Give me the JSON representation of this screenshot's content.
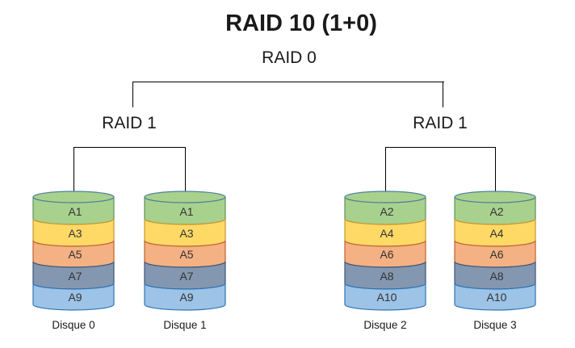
{
  "title": "RAID 10 (1+0)",
  "tree": {
    "root_label": "RAID 0",
    "branches": [
      {
        "label": "RAID 1"
      },
      {
        "label": "RAID 1"
      }
    ]
  },
  "disks": [
    {
      "name": "Disque 0",
      "segments": [
        "A1",
        "A3",
        "A5",
        "A7",
        "A9"
      ]
    },
    {
      "name": "Disque 1",
      "segments": [
        "A1",
        "A3",
        "A5",
        "A7",
        "A9"
      ]
    },
    {
      "name": "Disque 2",
      "segments": [
        "A2",
        "A4",
        "A6",
        "A8",
        "A10"
      ]
    },
    {
      "name": "Disque 3",
      "segments": [
        "A2",
        "A4",
        "A6",
        "A8",
        "A10"
      ]
    }
  ],
  "colors": {
    "background": "#ffffff",
    "connector_line": "#000000",
    "text": "#1a1a1a",
    "segment_label": "#333333",
    "top_ellipse_stroke": "#4d7f9e",
    "bands": [
      {
        "name": "green",
        "fill": "#a9d18e",
        "stroke": "#5f8f5a"
      },
      {
        "name": "yellow",
        "fill": "#ffd966",
        "stroke": "#c9962e"
      },
      {
        "name": "orange",
        "fill": "#f4b183",
        "stroke": "#c0622c"
      },
      {
        "name": "slate-blue",
        "fill": "#8497b0",
        "stroke": "#3a5578"
      },
      {
        "name": "light-blue",
        "fill": "#9dc3e6",
        "stroke": "#2e75b6"
      }
    ]
  }
}
